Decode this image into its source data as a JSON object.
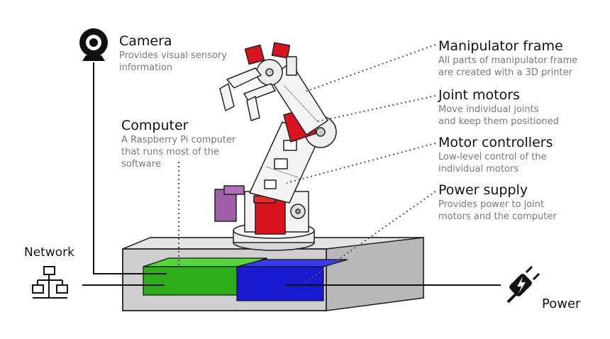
{
  "colors": {
    "frame_red": "#d9141e",
    "frame_purple": "#a060a8",
    "computer_green": "#2eae1a",
    "controller_blue": "#1a1ad0",
    "box_gray": "#cfcfcf",
    "title_text": "#111111",
    "desc_text": "#7a7a7a"
  },
  "labels": {
    "camera": {
      "title": "Camera",
      "desc": [
        "Provides visual sensory",
        "information"
      ],
      "icon": "webcam-icon"
    },
    "computer": {
      "title": "Computer",
      "desc": [
        "A Raspberry Pi computer",
        "that runs most of the",
        "software"
      ]
    },
    "frame": {
      "title": "Manipulator frame",
      "desc": [
        "All parts of manipulator frame",
        "are created with a 3D printer"
      ]
    },
    "joints": {
      "title": "Joint motors",
      "desc": [
        "Move individual joints",
        "and keep them positioned"
      ]
    },
    "controllers": {
      "title": "Motor controllers",
      "desc": [
        "Low-level control of the",
        "individual motors"
      ]
    },
    "power_supply": {
      "title": "Power supply",
      "desc": [
        "Provides power to joint",
        "motors and the computer"
      ]
    },
    "network": {
      "title": "Network",
      "icon": "network-icon"
    },
    "power": {
      "title": "Power",
      "icon": "power-plug-icon"
    }
  }
}
